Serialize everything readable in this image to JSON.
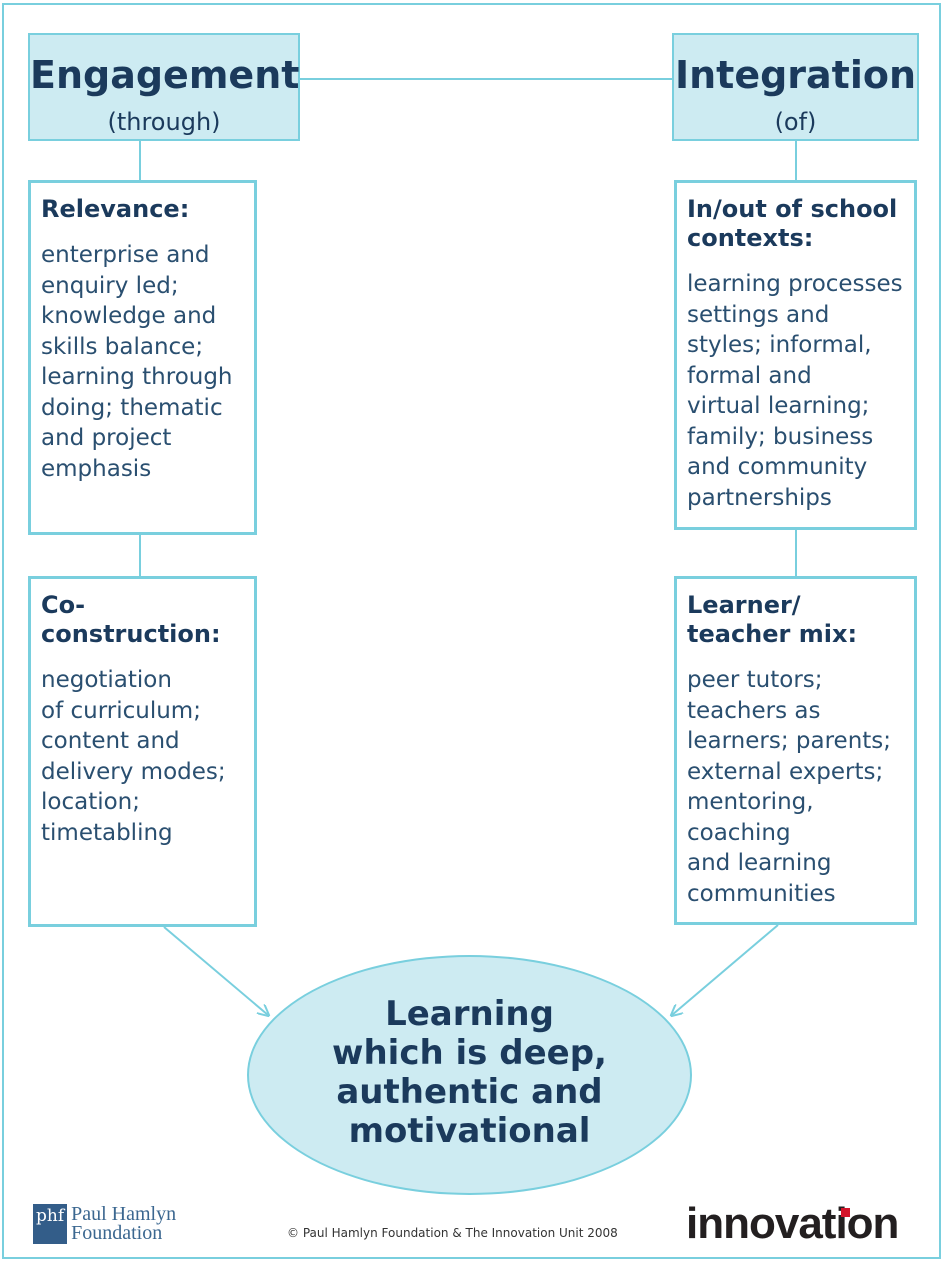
{
  "engagement": {
    "title": "Engagement",
    "subtitle": "(through)"
  },
  "integration": {
    "title": "Integration",
    "subtitle": "(of)"
  },
  "left_boxes": [
    {
      "title": "Relevance:",
      "text": "enterprise and\nenquiry led;\nknowledge and\nskills balance;\nlearning through\ndoing; thematic\nand project\nemphasis"
    },
    {
      "title": "Co-\nconstruction:",
      "text": "negotiation\nof curriculum;\ncontent and\ndelivery modes;\nlocation;\ntimetabling"
    }
  ],
  "right_boxes": [
    {
      "title": "In/out of school\ncontexts:",
      "text": "learning processes\nsettings and\nstyles; informal,\nformal and\nvirtual learning;\nfamily; business\nand community\npartnerships"
    },
    {
      "title": "Learner/\nteacher mix:",
      "text": "peer tutors;\nteachers as\nlearners; parents;\nexternal experts;\nmentoring,\ncoaching\nand learning\ncommunities"
    }
  ],
  "outcome": {
    "text": "Learning\nwhich is deep,\nauthentic and\nmotivational"
  },
  "footer": {
    "phf_mark": "phf",
    "phf_name": "Paul Hamlyn\nFoundation",
    "copyright": "© Paul Hamlyn Foundation & The Innovation Unit 2008",
    "innovation_logo": "innovation"
  },
  "colors": {
    "border": "#79cfde",
    "fill": "#cdebf2",
    "text": "#1b3a5c",
    "phf_blue": "#335d89",
    "innovation_red": "#d3142a"
  }
}
